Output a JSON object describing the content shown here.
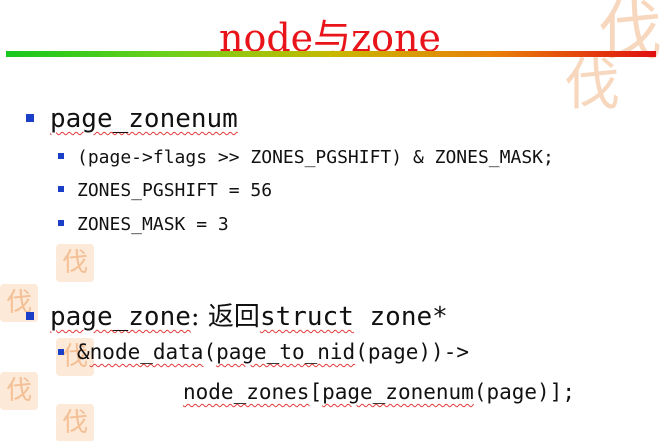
{
  "title": {
    "part1": "node",
    "part2": "与",
    "part3": "zone"
  },
  "deco_glyph": "伐",
  "bullets": {
    "b1": {
      "text": "page_zonenum"
    },
    "b1_1": {
      "text": "(page->flags >> ZONES_PGSHIFT) & ZONES_MASK;"
    },
    "b1_2": {
      "text": "ZONES_PGSHIFT = 56"
    },
    "b1_3": {
      "text": "ZONES_MASK = 3"
    },
    "b2": {
      "name": "page_zone",
      "sep": ": ",
      "cn": "返回",
      "kw": "struct",
      "rest": " zone*"
    },
    "b2_1": {
      "pre": "&",
      "a": "node_data",
      "b": "(",
      "c": "page_to_nid",
      "d": "(page))->"
    },
    "b2_1_cont": {
      "a": "node_zones",
      "b": "[",
      "c": "page_zonenum",
      "d": "(page)];"
    }
  }
}
